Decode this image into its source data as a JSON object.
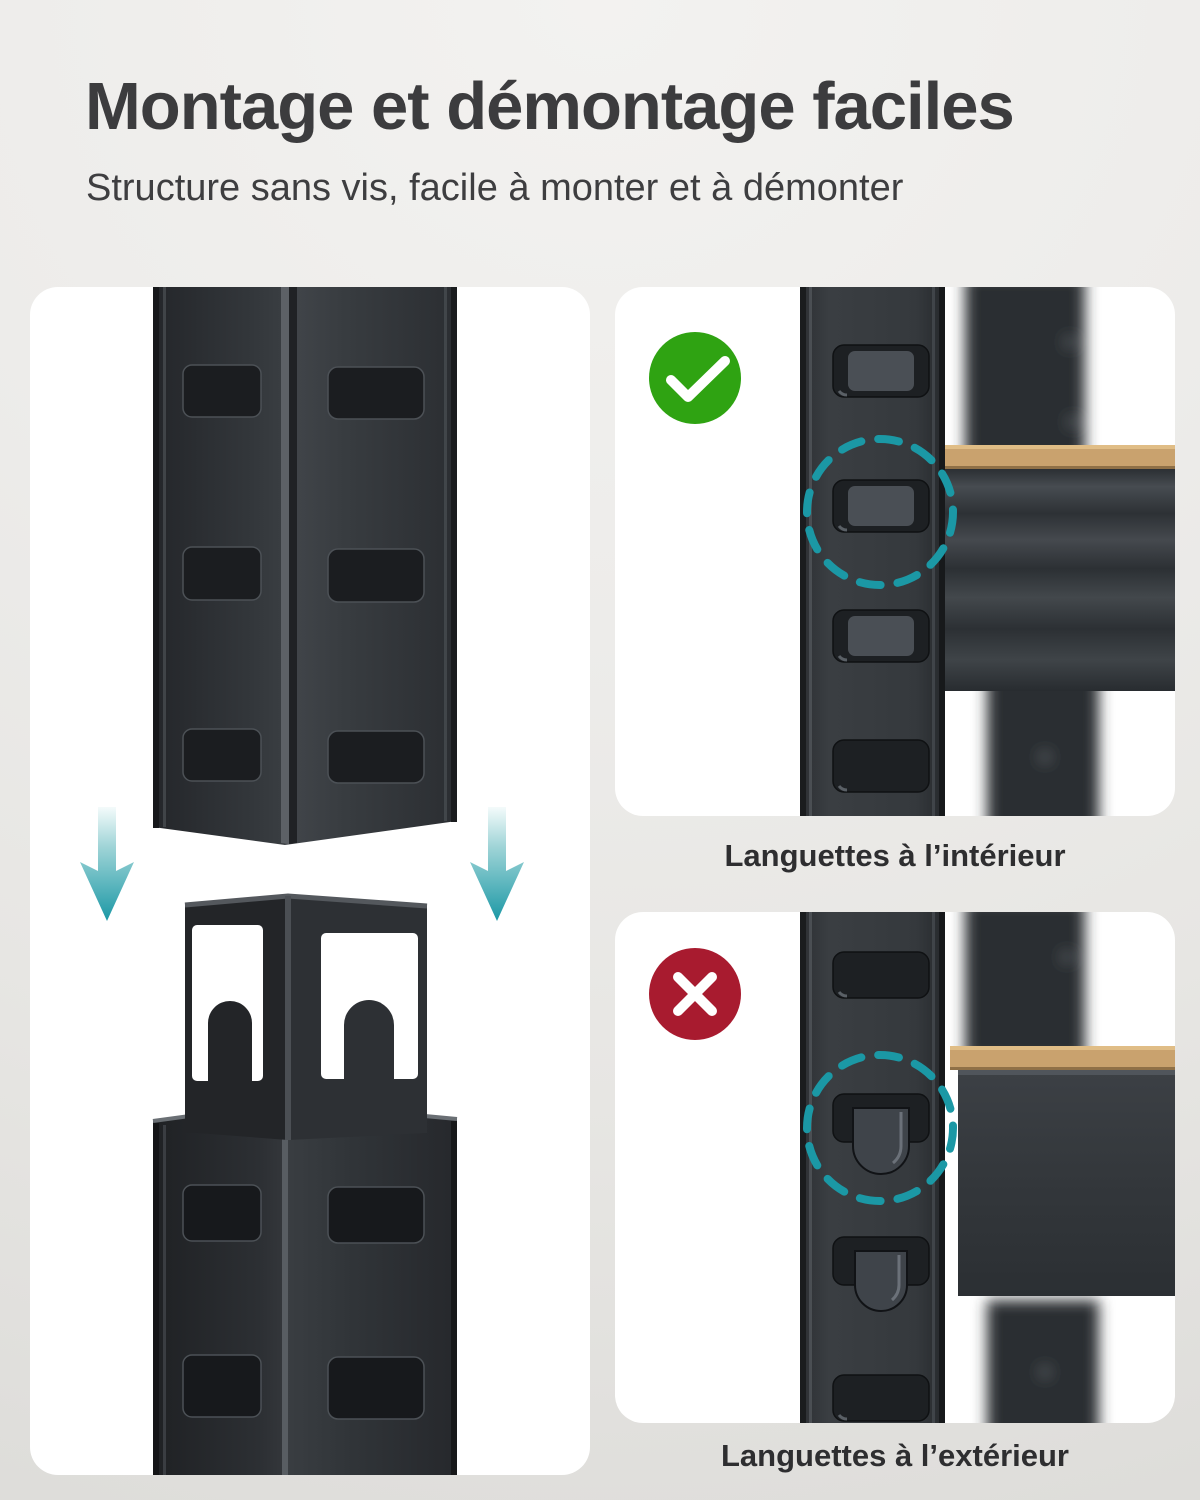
{
  "header": {
    "title": "Montage et démontage faciles",
    "subtitle": "Structure sans vis, facile à monter et à démonter"
  },
  "left_panel": {
    "content": "corner-post-assembly-illustration",
    "icons": [
      "down-arrow-icon",
      "down-arrow-icon"
    ]
  },
  "right_top_panel": {
    "status": "correct",
    "status_icon": "check-circle-icon",
    "highlight_icon": "dashed-circle-highlight",
    "caption": "Languettes à l’intérieur"
  },
  "right_bottom_panel": {
    "status": "incorrect",
    "status_icon": "cross-circle-icon",
    "highlight_icon": "dashed-circle-highlight",
    "caption": "Languettes à l’extérieur"
  },
  "colors": {
    "accent_teal": "#1B98A5",
    "success_green": "#2FA312",
    "error_red": "#A81B2F",
    "wood_board": "#C9A26E",
    "post_dark": "#2F3337",
    "panel_background": "#FFFFFF",
    "page_background": "#ECEBE8",
    "title_text": "#3C3C3E",
    "caption_text": "#2E2E30"
  }
}
